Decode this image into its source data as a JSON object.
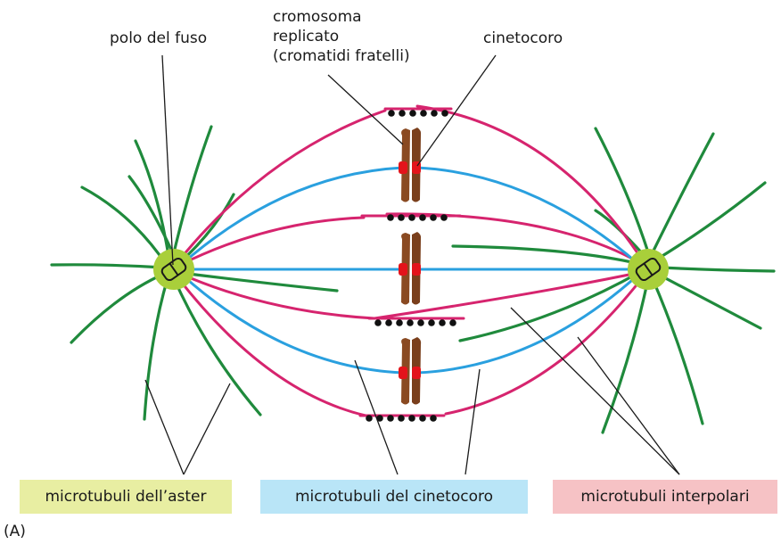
{
  "labels": {
    "spindle_pole": "polo del fuso",
    "chromosome_line1": "cromosoma",
    "chromosome_line2": "replicato",
    "chromosome_line3": "(cromatidi fratelli)",
    "kinetochore": "cinetocoro",
    "panel": "(A)"
  },
  "legend": [
    {
      "label": "microtubuli dell’aster",
      "color": "#e8eea2"
    },
    {
      "label": "microtubuli del cinetocoro",
      "color": "#b9e5f7"
    },
    {
      "label": "microtubuli interpolari",
      "color": "#f6c2c5"
    }
  ],
  "colors": {
    "aster": "#1f8a3c",
    "kinetochore_mt": "#2aa0df",
    "interpolar": "#d6246e",
    "chromosome": "#8a4a22",
    "kinetochore": "#e3141b",
    "pole": "#a9cf3a",
    "motor_dot": "#111111"
  }
}
